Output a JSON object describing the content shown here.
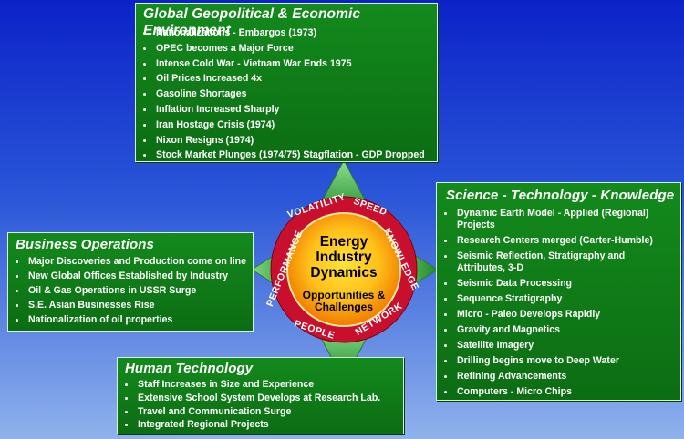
{
  "global": {
    "title": "Global Geopolitical & Economic Environment",
    "items": [
      "Nationalizations - Embargos (1973)",
      "OPEC becomes a Major Force",
      "Intense Cold War - Vietnam War Ends 1975",
      "Oil Prices Increased 4x",
      "Gasoline Shortages",
      "Inflation Increased Sharply",
      "Iran Hostage Crisis (1974)",
      "Nixon Resigns (1974)",
      "Stock Market Plunges (1974/75) Stagflation - GDP Dropped"
    ]
  },
  "science": {
    "title": "Science - Technology - Knowledge",
    "items": [
      "Dynamic Earth Model - Applied (Regional) Projects",
      "Research Centers merged (Carter-Humble)",
      "Seismic Reflection, Stratigraphy and Attributes, 3-D",
      "Seismic Data Processing",
      "Sequence Stratigraphy",
      "Micro - Paleo Develops Rapidly",
      "Gravity and Magnetics",
      "Satellite Imagery",
      "Drilling begins move to Deep Water",
      "Refining Advancements",
      "Computers - Micro Chips"
    ]
  },
  "business": {
    "title": "Business Operations",
    "items": [
      "Major Discoveries and Production come on line",
      "New Global Offices Established by Industry",
      "Oil & Gas Operations in USSR Surge",
      "S.E. Asian Businesses Rise",
      "Nationalization of oil properties"
    ]
  },
  "human": {
    "title": "Human Technology",
    "items": [
      "Staff Increases in Size and Experience",
      "Extensive School System Develops at Research Lab.",
      "Travel and Communication Surge",
      "Integrated Regional Projects"
    ]
  },
  "center": {
    "title_lines": [
      "Energy",
      "Industry",
      "Dynamics"
    ],
    "subtitle_lines": [
      "Opportunities &",
      "Challenges"
    ],
    "ring_words": [
      "VOLATILITY",
      "SPEED",
      "KNOWLEDGE",
      "NETWORK",
      "PEOPLE",
      "PERFORMANCE"
    ],
    "colors": {
      "ring": "#c8102e",
      "core_outer": "#f08a00",
      "core_inner": "#ffd41a",
      "arrow": "#3fae3f"
    }
  }
}
